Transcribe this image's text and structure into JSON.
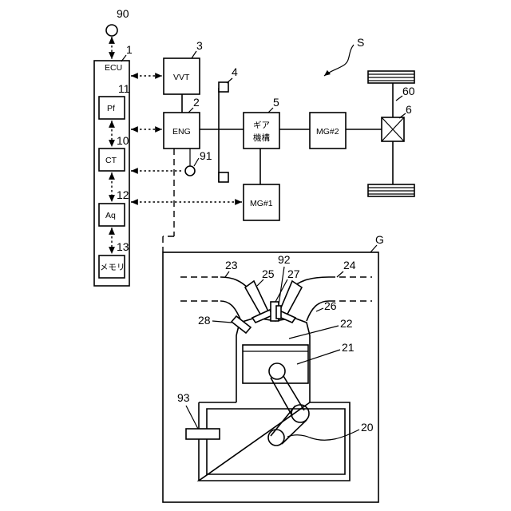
{
  "blocks": {
    "ecu": "ECU",
    "pf": "Pf",
    "ct": "CT",
    "aq": "Aq",
    "memory": "メモリ",
    "vvt": "VVT",
    "eng": "ENG",
    "gear_line1": "ギア",
    "gear_line2": "機構",
    "mg2": "MG#2",
    "mg1": "MG#1"
  },
  "refs": {
    "system": "S",
    "engine_detail": "G",
    "n90": "90",
    "n1": "1",
    "n11": "11",
    "n10": "10",
    "n12": "12",
    "n13": "13",
    "n3": "3",
    "n2": "2",
    "n4": "4",
    "n5": "5",
    "n91": "91",
    "n60": "60",
    "n6": "6",
    "n23": "23",
    "n92": "92",
    "n24": "24",
    "n25": "25",
    "n27": "27",
    "n26": "26",
    "n28": "28",
    "n22": "22",
    "n21": "21",
    "n93": "93",
    "n20": "20"
  }
}
